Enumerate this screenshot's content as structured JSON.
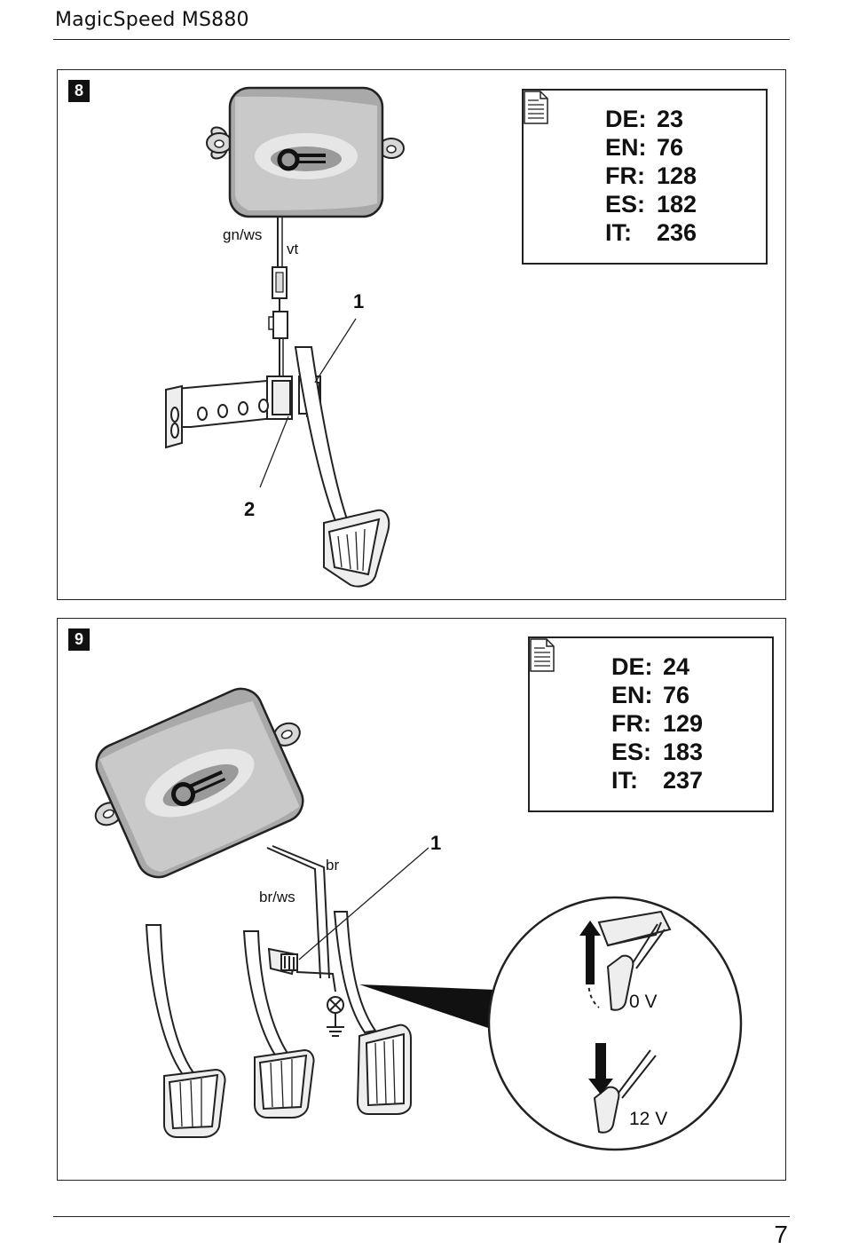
{
  "header": {
    "title": "MagicSpeed MS880"
  },
  "figures": [
    {
      "number": "8",
      "references": [
        {
          "lang": "DE:",
          "page": "23"
        },
        {
          "lang": "EN:",
          "page": "76"
        },
        {
          "lang": "FR:",
          "page": "128"
        },
        {
          "lang": "ES:",
          "page": "182"
        },
        {
          "lang": "IT:",
          "page": "236"
        }
      ],
      "wire_labels": [
        "gn/ws",
        "vt"
      ],
      "callouts": [
        "1",
        "2"
      ]
    },
    {
      "number": "9",
      "references": [
        {
          "lang": "DE:",
          "page": "24"
        },
        {
          "lang": "EN:",
          "page": "76"
        },
        {
          "lang": "FR:",
          "page": "129"
        },
        {
          "lang": "ES:",
          "page": "183"
        },
        {
          "lang": "IT:",
          "page": "237"
        }
      ],
      "wire_labels": [
        "br",
        "br/ws"
      ],
      "callouts": [
        "1"
      ],
      "voltages": [
        "0 V",
        "12 V"
      ]
    }
  ],
  "icons": {
    "reference": "document-icon"
  },
  "footer": {
    "page_number": "7"
  }
}
